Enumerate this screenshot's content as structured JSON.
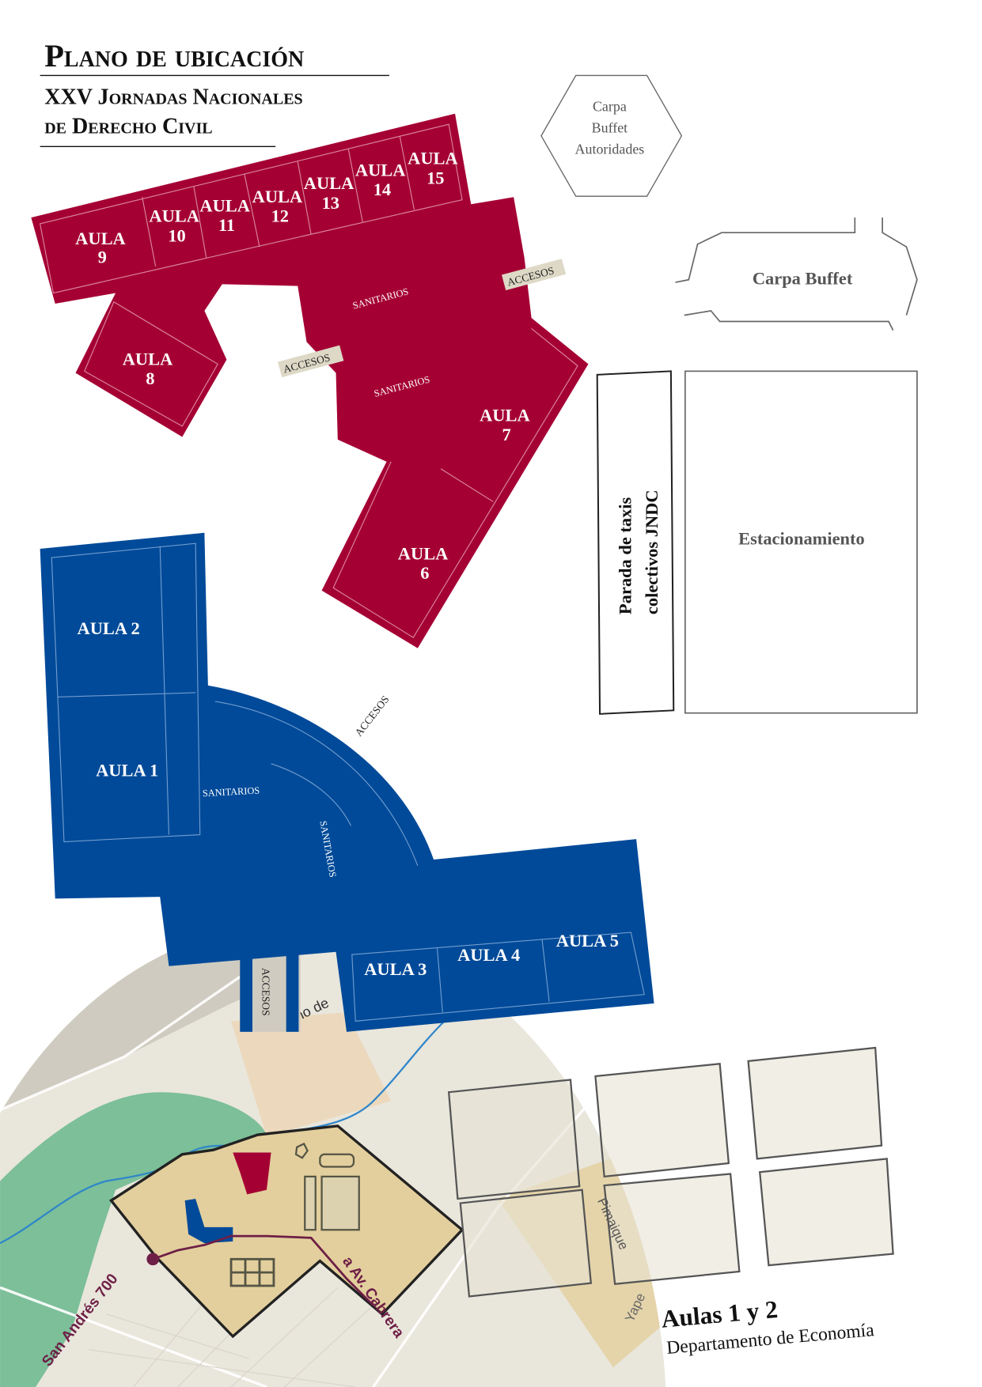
{
  "title": "Plano de ubicación",
  "subtitle_line1": "XXV Jornadas Nacionales",
  "subtitle_line2": "de Derecho Civil",
  "colors": {
    "red_building": "#a50034",
    "blue_building": "#004a99",
    "campus": "#e3cf9d",
    "green": "#7cbf98",
    "map_bg": "#e8e4d8"
  },
  "red_building": {
    "aulas": [
      {
        "label": "AULA",
        "num": "9"
      },
      {
        "label": "AULA",
        "num": "10"
      },
      {
        "label": "AULA",
        "num": "11"
      },
      {
        "label": "AULA",
        "num": "12"
      },
      {
        "label": "AULA",
        "num": "13"
      },
      {
        "label": "AULA",
        "num": "14"
      },
      {
        "label": "AULA",
        "num": "15"
      },
      {
        "label": "AULA",
        "num": "8"
      },
      {
        "label": "AULA",
        "num": "7"
      },
      {
        "label": "AULA",
        "num": "6"
      }
    ],
    "sanitarios": "SANITARIOS",
    "accesos": "ACCESOS"
  },
  "blue_building": {
    "aulas": [
      "AULA 2",
      "AULA 1",
      "AULA 3",
      "AULA 4",
      "AULA 5"
    ],
    "sanitarios": "SANITARIOS",
    "accesos": "ACCESOS"
  },
  "carpa_autoridades": [
    "Carpa",
    "Buffet",
    "Autoridades"
  ],
  "carpa_buffet": "Carpa Buffet",
  "parada_taxis": [
    "Parada de taxis",
    "colectivos JNDC"
  ],
  "estacionamiento": "Estacionamiento",
  "map": {
    "street_san_andres": "San Andrés 700",
    "street_cabrera": "a Av. Cabrera",
    "street_pimaique": "Pimaique",
    "street_yape": "Yape",
    "road_fragment": "no de"
  },
  "aulas_1_2": {
    "title": "Aulas 1 y 2",
    "subtitle": "Departamento de Economía"
  }
}
